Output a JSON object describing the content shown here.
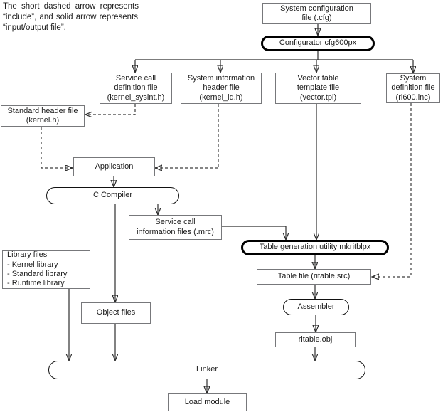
{
  "note": {
    "lines": [
      "The short dashed arrow represents",
      "“include”, and solid arrow represents",
      "“input/output file”."
    ]
  },
  "nodes": {
    "system_configuration_file": "System configuration\nfile (.cfg)",
    "configurator": "Configurator cfg600px",
    "service_call_definition_file": "Service call\ndefinition file\n(kernel_sysint.h)",
    "system_information_header_file": "System information\nheader file\n(kernel_id.h)",
    "vector_table_template_file": "Vector table\ntemplate file\n(vector.tpl)",
    "system_definition_file": "System\ndefinition file\n(ri600.inc)",
    "standard_header_file": "Standard header file\n(kernel.h)",
    "application": "Application",
    "c_compiler": "C Compiler",
    "service_call_information_files": "Service call\ninformation files (.mrc)",
    "library_files": "Library files\n- Kernel library\n- Standard library\n- Runtime library",
    "table_generation_utility": "Table generation utility mkritblpx",
    "table_file": "Table file (ritable.src)",
    "assembler": "Assembler",
    "ritable_obj": "ritable.obj",
    "object_files": "Object files",
    "linker": "Linker",
    "load_module": "Load module"
  },
  "legend_semantics": {
    "short_dashed_arrow": "include",
    "solid_arrow": "input/output file"
  },
  "colors": {
    "background": "#ffffff",
    "box_border": "#77787b",
    "emphasis_border": "#000000",
    "line": "#2e2e2e",
    "arrowhead": "#000000",
    "text": "#1b1b1b"
  }
}
